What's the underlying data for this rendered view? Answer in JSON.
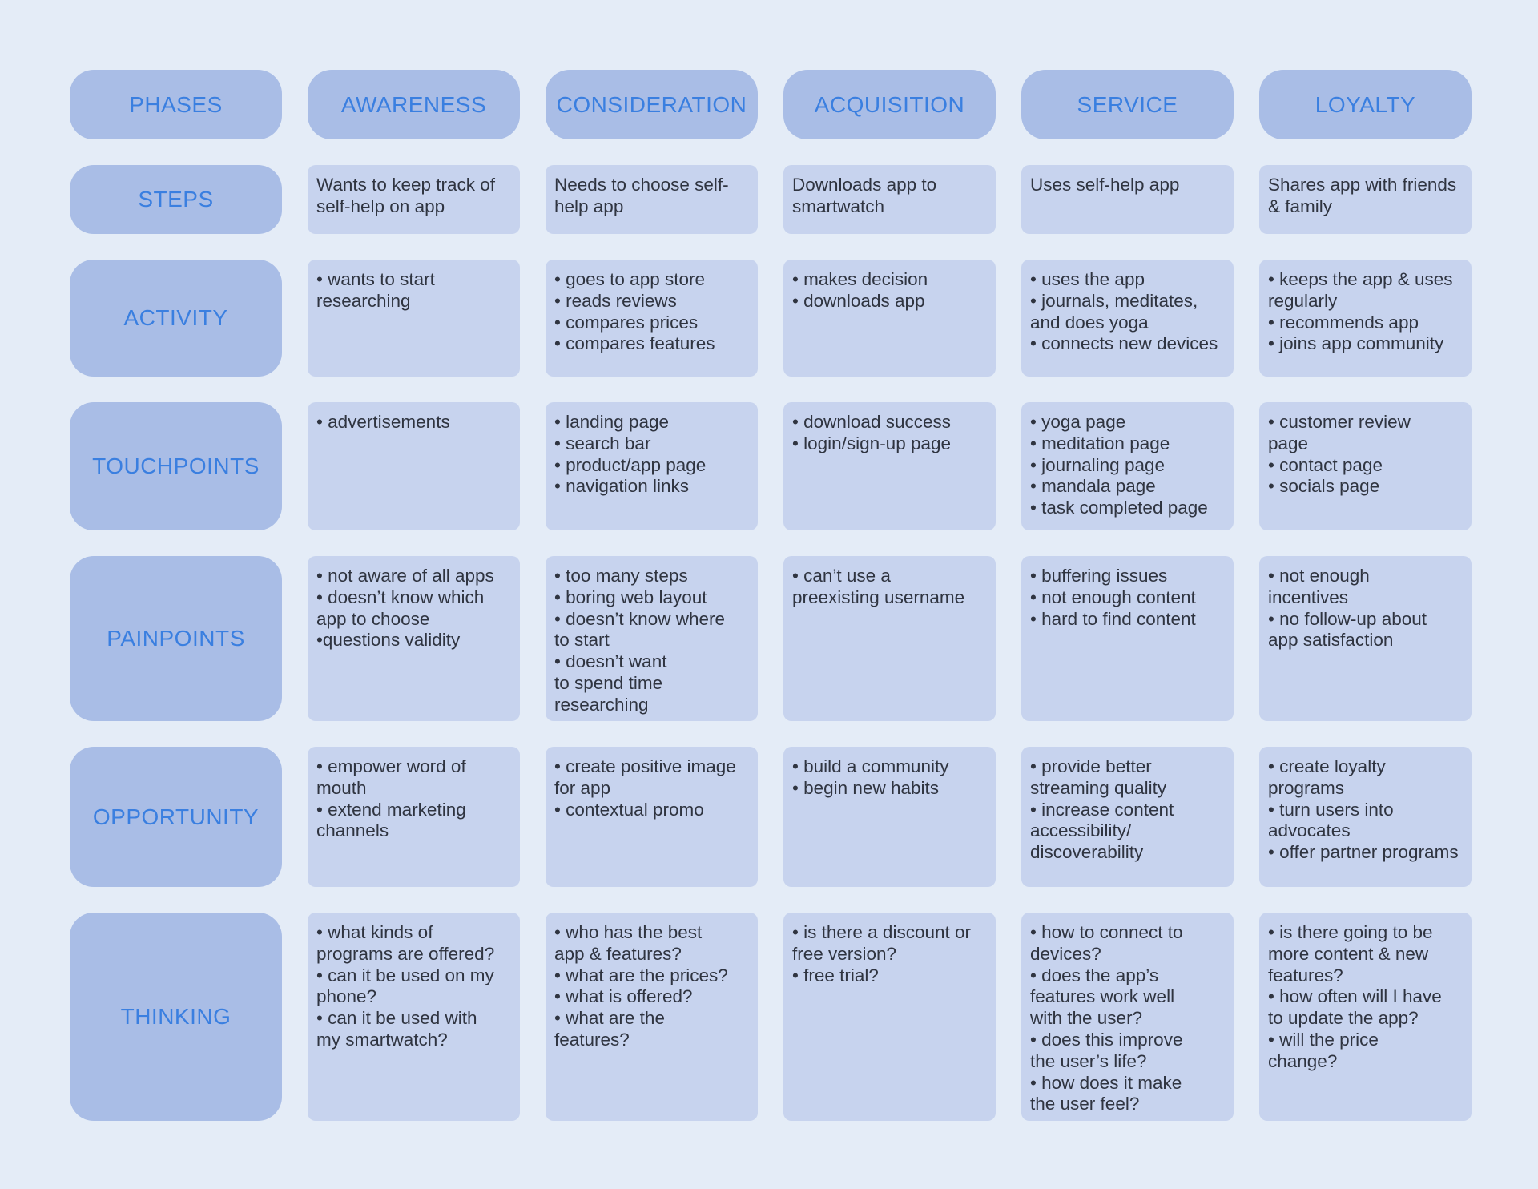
{
  "phases_header": "PHASES",
  "phases": [
    "AWARENESS",
    "CONSIDERATION",
    "ACQUISITION",
    "SERVICE",
    "LOYALTY"
  ],
  "rows": [
    {
      "label": "STEPS",
      "cells": [
        [
          "Wants to keep track of",
          "self-help on app"
        ],
        [
          "Needs to choose self-",
          "help app"
        ],
        [
          "Downloads app to",
          "smartwatch"
        ],
        [
          "Uses self-help app"
        ],
        [
          "Shares app with friends",
          "& family"
        ]
      ]
    },
    {
      "label": "ACTIVITY",
      "cells": [
        [
          "• wants to start",
          "researching"
        ],
        [
          "• goes to app store",
          "• reads reviews",
          "• compares prices",
          "• compares features"
        ],
        [
          "• makes decision",
          "• downloads app"
        ],
        [
          "• uses the app",
          "• journals, meditates,",
          "and does yoga",
          "• connects new devices"
        ],
        [
          "• keeps the app & uses",
          "regularly",
          "• recommends app",
          "• joins app community"
        ]
      ]
    },
    {
      "label": "TOUCHPOINTS",
      "cells": [
        [
          "• advertisements"
        ],
        [
          "• landing page",
          "• search bar",
          "• product/app page",
          "• navigation links"
        ],
        [
          "• download success",
          "• login/sign-up page"
        ],
        [
          "• yoga page",
          "• meditation page",
          "• journaling page",
          "• mandala page",
          "• task completed page"
        ],
        [
          "• customer review",
          "page",
          "• contact page",
          "• socials page"
        ]
      ]
    },
    {
      "label": "PAINPOINTS",
      "cells": [
        [
          "• not aware of all apps",
          "• doesn’t know which",
          "app to choose",
          "•questions validity"
        ],
        [
          "• too many steps",
          "• boring web layout",
          "• doesn’t know where",
          "to start",
          "• doesn’t want",
          "to spend time",
          "researching"
        ],
        [
          "• can’t use a",
          "preexisting username"
        ],
        [
          "• buffering issues",
          "• not enough content",
          "• hard to find content"
        ],
        [
          "• not enough",
          "incentives",
          "• no follow-up about",
          "app satisfaction"
        ]
      ]
    },
    {
      "label": "OPPORTUNITY",
      "cells": [
        [
          "• empower word of",
          "mouth",
          "• extend marketing",
          "channels"
        ],
        [
          "• create positive image",
          "for app",
          "• contextual promo"
        ],
        [
          "• build a community",
          "• begin new habits"
        ],
        [
          "• provide better",
          "streaming quality",
          "• increase content",
          "accessibility/",
          "discoverability"
        ],
        [
          "• create loyalty",
          "programs",
          "• turn users into",
          "advocates",
          "• offer partner programs"
        ]
      ]
    },
    {
      "label": "THINKING",
      "cells": [
        [
          "• what kinds of",
          "programs are offered?",
          "• can it be used on my",
          "phone?",
          "• can it be used with",
          "my smartwatch?"
        ],
        [
          "• who has the best",
          "app & features?",
          "• what are the prices?",
          "• what is offered?",
          "• what are the",
          "features?"
        ],
        [
          "• is there a discount or",
          "free version?",
          "• free trial?"
        ],
        [
          "• how to connect to",
          "devices?",
          "• does the app’s",
          "features work well",
          "with the user?",
          "• does this improve",
          "the user’s life?",
          "• how does it make",
          "the user feel?"
        ],
        [
          "• is there going to be",
          "more content & new",
          "features?",
          "• how often will I have",
          "to update the app?",
          "• will the price",
          "change?"
        ]
      ]
    }
  ]
}
